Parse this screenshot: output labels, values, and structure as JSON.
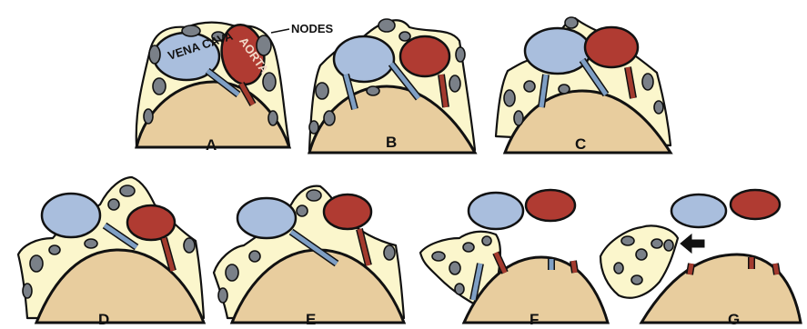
{
  "labels": {
    "nodes": "NODES",
    "vena_cava": "VENA CAVA",
    "aorta": "AORTA"
  },
  "panels": [
    {
      "id": "A",
      "label": "A"
    },
    {
      "id": "B",
      "label": "B"
    },
    {
      "id": "C",
      "label": "C"
    },
    {
      "id": "D",
      "label": "D"
    },
    {
      "id": "E",
      "label": "E"
    },
    {
      "id": "F",
      "label": "F"
    },
    {
      "id": "G",
      "label": "G"
    }
  ],
  "colors": {
    "vertebra": "#e8cd9e",
    "fat_tissue": "#fbf6cc",
    "vena_cava": "#a9bedd",
    "aorta": "#b03b32",
    "lymph_node": "#7a8088",
    "outline": "#111111"
  },
  "icons": {
    "arrow": "left-arrow-icon"
  }
}
